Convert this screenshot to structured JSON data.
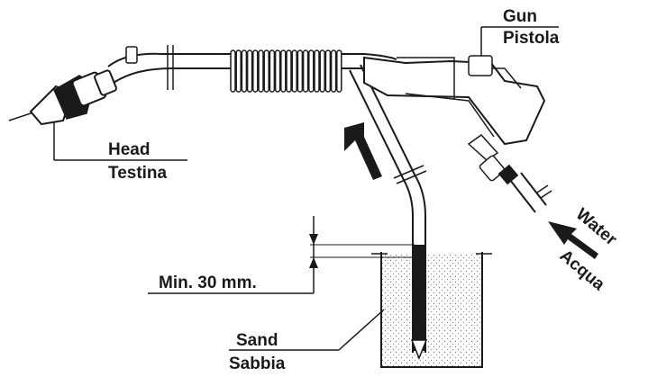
{
  "labels": {
    "gun": "Gun",
    "pistola": "Pistola",
    "head": "Head",
    "testina": "Testina",
    "min": "Min. 30 mm.",
    "sand": "Sand",
    "sabbia": "Sabbia",
    "water": "Water",
    "acqua": "Acqua"
  },
  "colors": {
    "ink": "#1a1a1a",
    "paper": "#ffffff"
  }
}
